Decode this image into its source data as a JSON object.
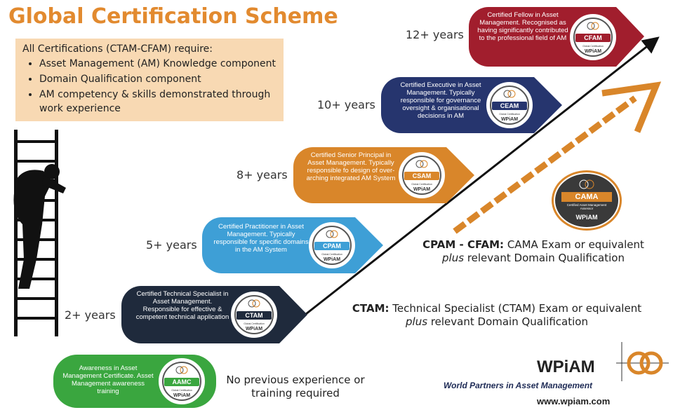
{
  "title": "Global Certification Scheme",
  "requirements": {
    "heading": "All Certifications (CTAM-CFAM) require:",
    "items": [
      "Asset Management (AM) Knowledge component",
      "Domain Qualification component",
      "AM competency & skills demonstrated through work experience"
    ]
  },
  "levels": [
    {
      "code": "AAMC",
      "years": "",
      "color": "#3aa63f",
      "text": "Awareness in Asset Management Certificate. Asset Management awareness training"
    },
    {
      "code": "CTAM",
      "years": "2+ years",
      "color": "#1f2a3c",
      "text": "Certified Technical Specialist in Asset Management. Responsible for effective & competent technical application"
    },
    {
      "code": "CPAM",
      "years": "5+ years",
      "color": "#3e9fd6",
      "text": "Certified Practitioner in Asset Management. Typically responsible for specific domains in the AM System"
    },
    {
      "code": "CSAM",
      "years": "8+ years",
      "color": "#d9862a",
      "text": "Certified Senior Principal in Asset Management. Typically responsible fo design of over-arching integrated AM System"
    },
    {
      "code": "CEAM",
      "years": "10+ years",
      "color": "#26356e",
      "text": "Certified Executive in Asset Management. Typically responsible for governance oversight & organisational decisions in AM"
    },
    {
      "code": "CFAM",
      "years": "12+ years",
      "color": "#a11e2d",
      "text": "Certified Fellow in Asset Management. Recognised as having significantly contributed to the professional field of AM"
    }
  ],
  "seal_subtitle": "Global Certification",
  "seal_org": "WPiAM",
  "cama": {
    "code": "CAMA",
    "subtitle": "Certified Asset Management Assessor",
    "org": "WPiAM",
    "color": "#d9862a"
  },
  "aamc_note": "No previous experience or training required",
  "cpam_cfam": {
    "label": "CPAM - CFAM:",
    "line1": "CAMA Exam or equivalent",
    "plus": "plus",
    "line2": "relevant Domain Qualification"
  },
  "ctam": {
    "label": "CTAM:",
    "line1": "Technical Specialist (CTAM) Exam or equivalent",
    "plus": "plus",
    "line2": "relevant Domain Qualification"
  },
  "brand": {
    "name": "WPiAM",
    "full": "World Partners in Asset Management",
    "url": "www.wpiam.com"
  },
  "colors": {
    "title": "#e28a2f",
    "requirements_bg": "#f8d9b3",
    "arrow_black": "#111111",
    "arrow_orange": "#d9862a"
  }
}
